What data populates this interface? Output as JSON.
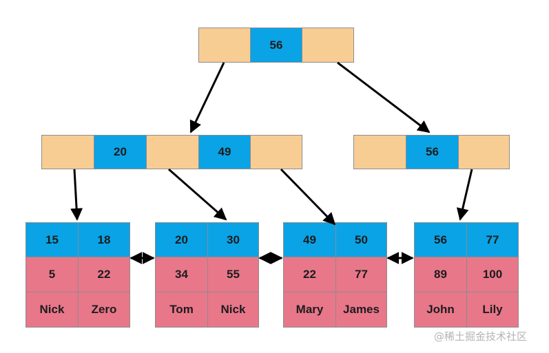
{
  "tree": {
    "root": {
      "key": "56"
    },
    "internal_left": {
      "keys": [
        "20",
        "49"
      ]
    },
    "internal_right": {
      "key": "56"
    },
    "leaves": [
      {
        "keys": [
          "15",
          "18"
        ],
        "values": [
          "5",
          "22"
        ],
        "names": [
          "Nick",
          "Zero"
        ]
      },
      {
        "keys": [
          "20",
          "30"
        ],
        "values": [
          "34",
          "55"
        ],
        "names": [
          "Tom",
          "Nick"
        ]
      },
      {
        "keys": [
          "49",
          "50"
        ],
        "values": [
          "22",
          "77"
        ],
        "names": [
          "Mary",
          "James"
        ]
      },
      {
        "keys": [
          "56",
          "77"
        ],
        "values": [
          "89",
          "100"
        ],
        "names": [
          "John",
          "Lily"
        ]
      }
    ]
  },
  "colors": {
    "pointer_slot": "#f8cd94",
    "key_cell": "#0aa3e6",
    "data_cell": "#e8778a",
    "arrow": "#000000"
  },
  "watermark": "@稀土掘金技术社区"
}
